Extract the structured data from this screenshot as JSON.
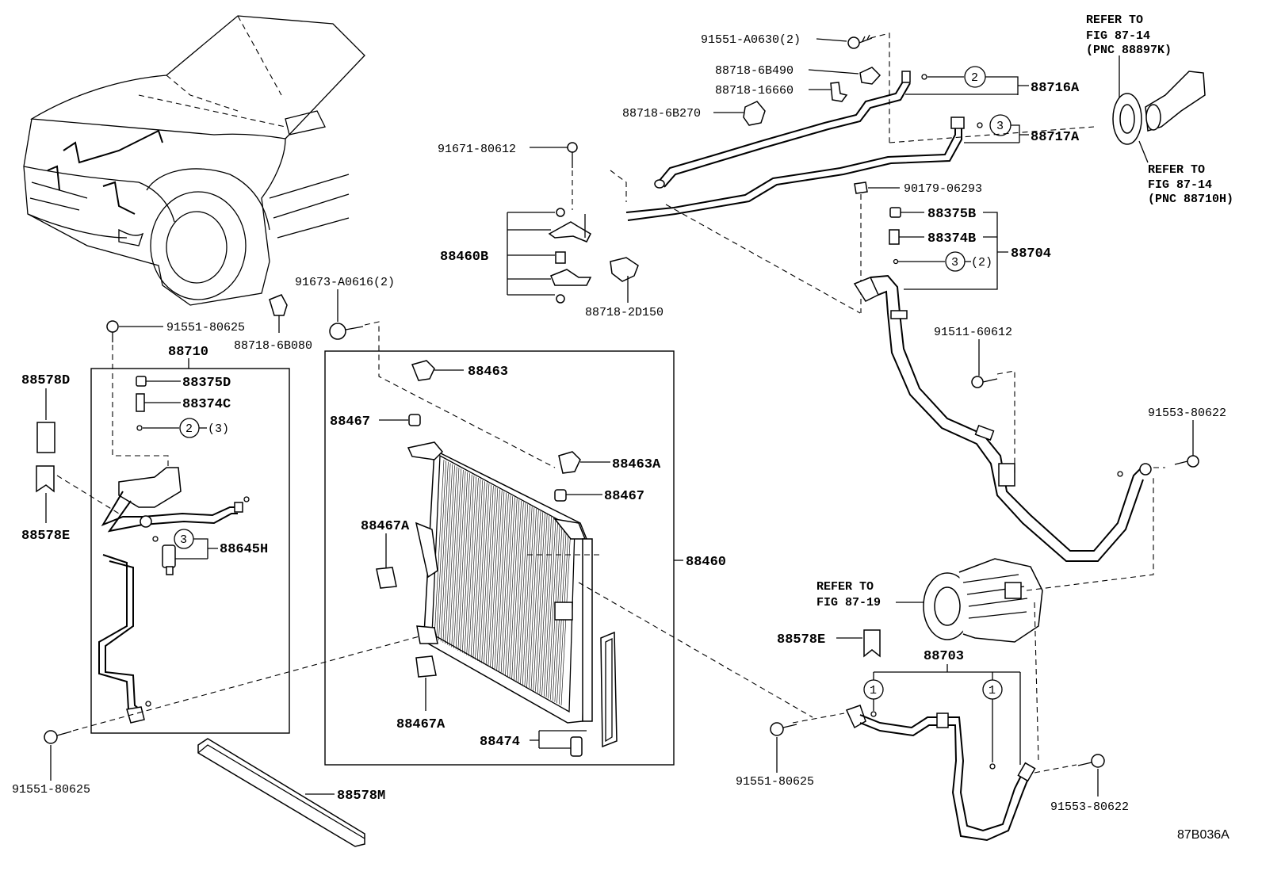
{
  "diagram": {
    "figure_id": "87B036A",
    "callout_numbers": [
      "1",
      "2",
      "3"
    ],
    "labels": {
      "p91551_A0630": "91551-A0630(2)",
      "p88718_6B490": "88718-6B490",
      "p88718_16660": "88718-16660",
      "p88718_6B270": "88718-6B270",
      "p91671_80612": "91671-80612",
      "p88460B": "88460B",
      "p88718_2D150": "88718-2D150",
      "p91673_A0616": "91673-A0616(2)",
      "p88718_6B080": "88718-6B080",
      "p91551_80625_top": "91551-80625",
      "p88710": "88710",
      "p88578D": "88578D",
      "p88375D": "88375D",
      "p88374C": "88374C",
      "qty3_a": "(3)",
      "p88578E_left": "88578E",
      "p88645H": "88645H",
      "p91551_80625_left": "91551-80625",
      "p88578M": "88578M",
      "p88463": "88463",
      "p88467_a": "88467",
      "p88463A": "88463A",
      "p88467_b": "88467",
      "p88467A_a": "88467A",
      "p88460": "88460",
      "p88467A_b": "88467A",
      "p88474": "88474",
      "p88716A": "88716A",
      "p88717A": "88717A",
      "p90179_06293": "90179-06293",
      "p88375B": "88375B",
      "p88374B": "88374B",
      "p88704": "88704",
      "qty2_b": "(2)",
      "p91511_60612": "91511-60612",
      "p91553_80622_top": "91553-80622",
      "p88578E_right": "88578E",
      "p88703": "88703",
      "p91551_80625_right": "91551-80625",
      "p91553_80622_bottom": "91553-80622"
    },
    "notes": {
      "refer_top_1": "REFER TO",
      "refer_top_2": "FIG 87-14",
      "refer_top_3": "(PNC 88897K)",
      "refer_mid_1": "REFER TO",
      "refer_mid_2": "FIG 87-14",
      "refer_mid_3": "(PNC 88710H)",
      "refer_comp_1": "REFER TO",
      "refer_comp_2": "FIG 87-19"
    }
  }
}
